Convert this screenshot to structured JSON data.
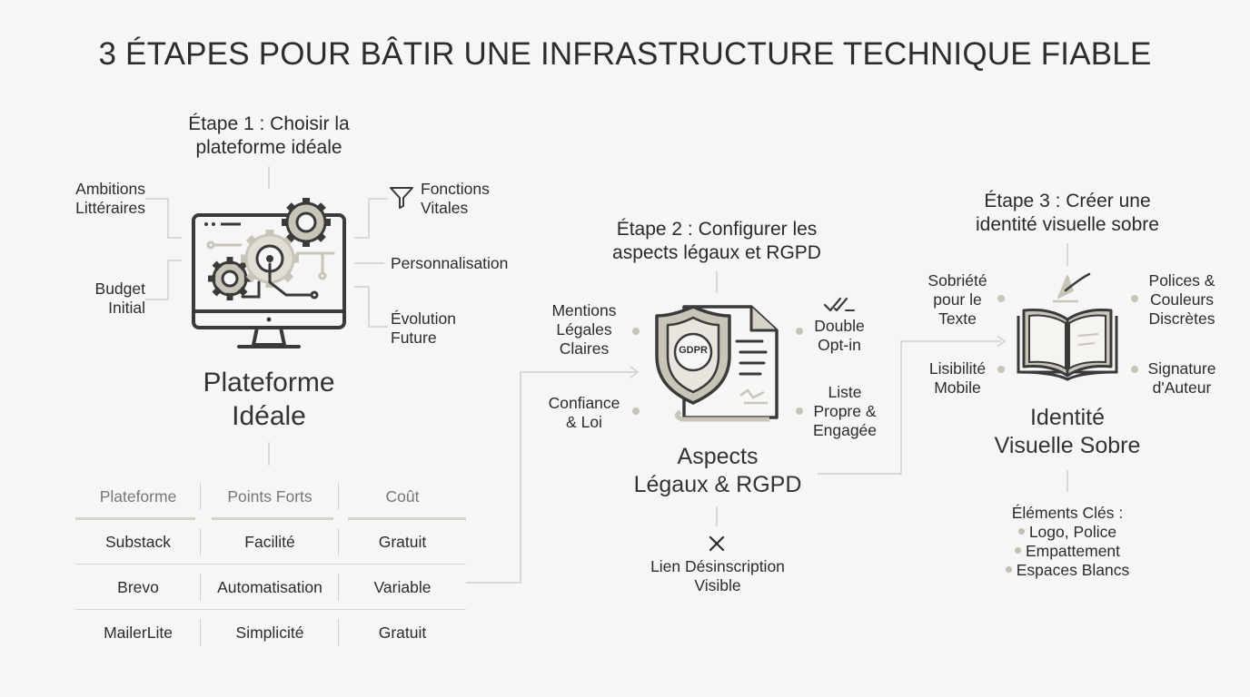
{
  "title": "3 ÉTAPES POUR BÂTIR UNE INFRASTRUCTURE TECHNIQUE FIABLE",
  "step1": {
    "title_line1": "Étape 1 : Choisir la",
    "title_line2": "plateforme idéale",
    "label_line1": "Plateforme",
    "label_line2": "Idéale",
    "left": [
      {
        "line1": "Ambitions",
        "line2": "Littéraires"
      },
      {
        "line1": "Budget",
        "line2": "Initial"
      }
    ],
    "right": [
      {
        "line1": "Fonctions",
        "line2": "Vitales"
      },
      {
        "line1": "Personnalisation",
        "line2": ""
      },
      {
        "line1": "Évolution",
        "line2": "Future"
      }
    ],
    "icons": {
      "main": "computer-gears-icon",
      "filter": "funnel-icon"
    },
    "table": {
      "headers": [
        "Plateforme",
        "Points Forts",
        "Coût"
      ],
      "rows": [
        [
          "Substack",
          "Facilité",
          "Gratuit"
        ],
        [
          "Brevo",
          "Automatisation",
          "Variable"
        ],
        [
          "MailerLite",
          "Simplicité",
          "Gratuit"
        ]
      ]
    }
  },
  "step2": {
    "title_line1": "Étape 2 : Configurer les",
    "title_line2": "aspects légaux et RGPD",
    "label_line1": "Aspects",
    "label_line2": "Légaux & RGPD",
    "badge": "GDPR",
    "left": [
      {
        "lines": [
          "Mentions",
          "Légales",
          "Claires"
        ]
      },
      {
        "lines": [
          "Confiance",
          "& Loi"
        ]
      }
    ],
    "right": [
      {
        "lines": [
          "Double",
          "Opt-in"
        ]
      },
      {
        "lines": [
          "Liste",
          "Propre &",
          "Engagée"
        ]
      }
    ],
    "bottom_line1": "Lien Désinscription",
    "bottom_line2": "Visible",
    "icons": {
      "main": "shield-document-icon",
      "check": "double-check-icon",
      "close": "close-icon"
    }
  },
  "step3": {
    "title_line1": "Étape 3 : Créer une",
    "title_line2": "identité visuelle sobre",
    "label_line1": "Identité",
    "label_line2": "Visuelle Sobre",
    "left": [
      {
        "lines": [
          "Sobriété",
          "pour le",
          "Texte"
        ]
      },
      {
        "lines": [
          "Lisibilité",
          "Mobile"
        ]
      }
    ],
    "right": [
      {
        "lines": [
          "Polices &",
          "Couleurs",
          "Discrètes"
        ]
      },
      {
        "lines": [
          "Signature",
          "d'Auteur"
        ]
      }
    ],
    "key_title": "Éléments Clés :",
    "key_items": [
      "Logo, Police",
      "Empattement",
      "Espaces Blancs"
    ],
    "icons": {
      "main": "open-book-icon"
    }
  },
  "colors": {
    "accent": "#c9c4b8",
    "line": "#cfcfcf",
    "text": "#2c2c2c",
    "icon": "#3a3a3a"
  }
}
